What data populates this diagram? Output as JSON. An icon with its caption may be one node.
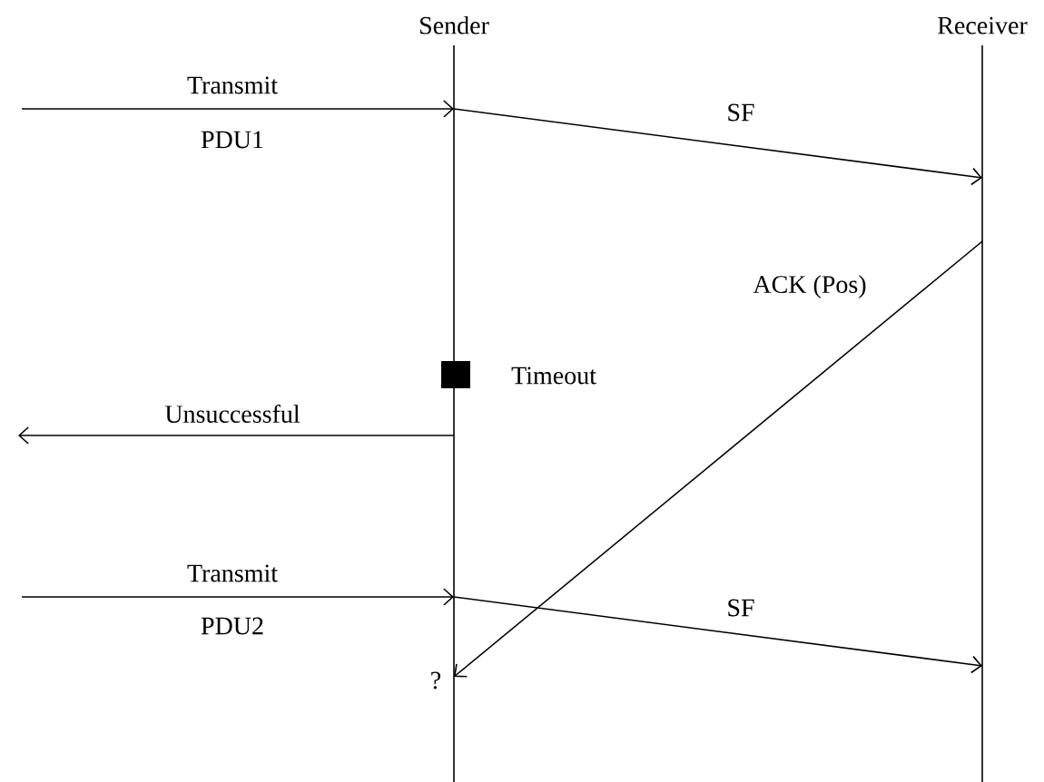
{
  "diagram": {
    "nodes": [
      {
        "text": [
          "Sender"
        ]
      },
      {
        "text": [
          "Receiver"
        ]
      }
    ],
    "edges": [
      {
        "from": null,
        "to": 0,
        "arrow": "to",
        "label": "Transmit"
      },
      {
        "from": 0,
        "to": 1,
        "arrow": "to",
        "label": "SF"
      },
      {
        "from": 1,
        "to": 0,
        "arrow": "to",
        "label": "ACK (Pos)"
      },
      {
        "from": 0,
        "to": null,
        "arrow": "to",
        "label": "Unsuccessful"
      },
      {
        "from": null,
        "to": 0,
        "arrow": "to",
        "label": "Transmit"
      },
      {
        "from": 0,
        "to": 1,
        "arrow": "to",
        "label": "SF"
      }
    ],
    "labels": [
      "PDU1",
      "Timeout",
      "PDU2",
      "?"
    ]
  }
}
